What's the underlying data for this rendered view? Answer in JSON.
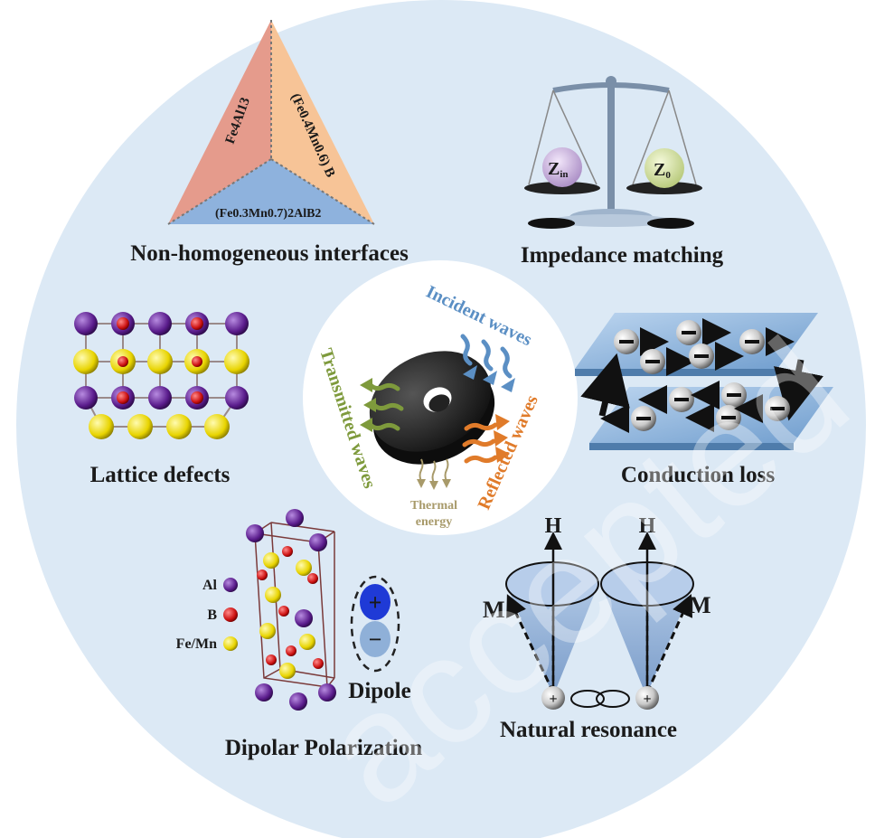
{
  "panels": {
    "interfaces": {
      "label": "Non-homogeneous interfaces",
      "phase_left": "Fe4Al13",
      "phase_right": "(Fe0.4Mn0.6) B",
      "phase_bottom": "(Fe0.3Mn0.7)2AlB2"
    },
    "impedance": {
      "label": "Impedance matching",
      "z_in": "Z",
      "z_in_sub": "in",
      "z_0": "Z",
      "z_0_sub": "0"
    },
    "lattice": {
      "label": "Lattice defects"
    },
    "conduction": {
      "label": "Conduction loss"
    },
    "polarization": {
      "label": "Dipolar Polarization",
      "dipole_label": "Dipole",
      "legend": [
        "Al",
        "B",
        "Fe/Mn"
      ],
      "plus": "+",
      "minus": "−"
    },
    "resonance": {
      "label": "Natural resonance",
      "h_left": "H",
      "h_right": "H",
      "m_left": "M",
      "m_right": "M"
    }
  },
  "center": {
    "incident": "Incident waves",
    "transmitted": "Transmitted waves",
    "reflected": "Reflected waves",
    "thermal_line1": "Thermal",
    "thermal_line2": "energy"
  },
  "colors": {
    "circle_bg": "#dce9f5",
    "center_bg": "#ffffff",
    "incident": "#5b8fc4",
    "transmitted": "#7e9a3c",
    "reflected": "#e07b2a",
    "thermal": "#a89a6a",
    "al_atom": "#5a1c8c",
    "b_atom": "#cc1111",
    "femn_atom": "#e8d400"
  },
  "watermark": "accepted"
}
